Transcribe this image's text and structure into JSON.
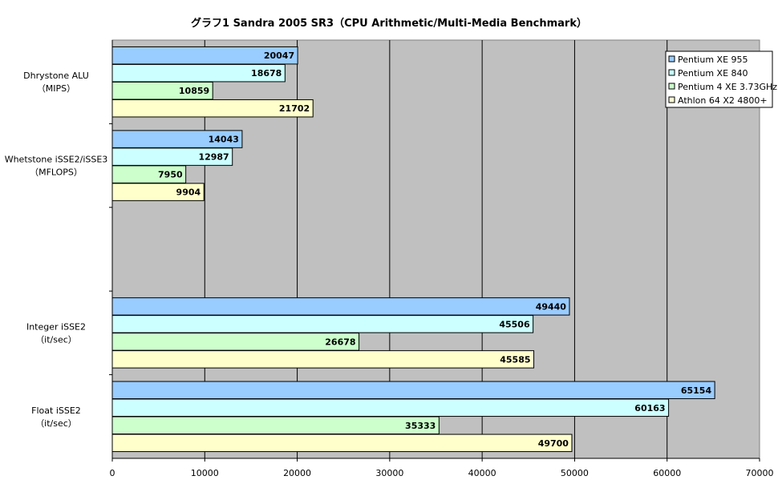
{
  "chart_data": {
    "type": "bar",
    "orientation": "horizontal",
    "title": "グラフ1  Sandra 2005 SR3（CPU Arithmetic/Multi-Media Benchmark）",
    "categories": [
      {
        "line1": "Dhrystone ALU",
        "line2": "（MIPS）"
      },
      {
        "line1": "Whetstone iSSE2/iSSE3",
        "line2": "（MFLOPS）"
      },
      {
        "line1": "",
        "line2": ""
      },
      {
        "line1": "Integer iSSE2",
        "line2": "（it/sec）"
      },
      {
        "line1": "Float iSSE2",
        "line2": "（it/sec）"
      }
    ],
    "series": [
      {
        "name": "Pentium XE 955",
        "color": "#99ccff",
        "values": [
          20047,
          14043,
          null,
          49440,
          65154
        ]
      },
      {
        "name": "Pentium XE 840",
        "color": "#ccffff",
        "values": [
          18678,
          12987,
          null,
          45506,
          60163
        ]
      },
      {
        "name": "Pentium 4 XE 3.73GHz",
        "color": "#ccffcc",
        "values": [
          10859,
          7950,
          null,
          26678,
          35333
        ]
      },
      {
        "name": "Athlon 64 X2 4800+",
        "color": "#ffffcc",
        "values": [
          21702,
          9904,
          null,
          45585,
          49700
        ]
      }
    ],
    "xlim": [
      0,
      70000
    ],
    "xticks": [
      0,
      10000,
      20000,
      30000,
      40000,
      50000,
      60000,
      70000
    ],
    "plot_background": "#c0c0c0",
    "grid": true,
    "legend_position": "top-right"
  }
}
